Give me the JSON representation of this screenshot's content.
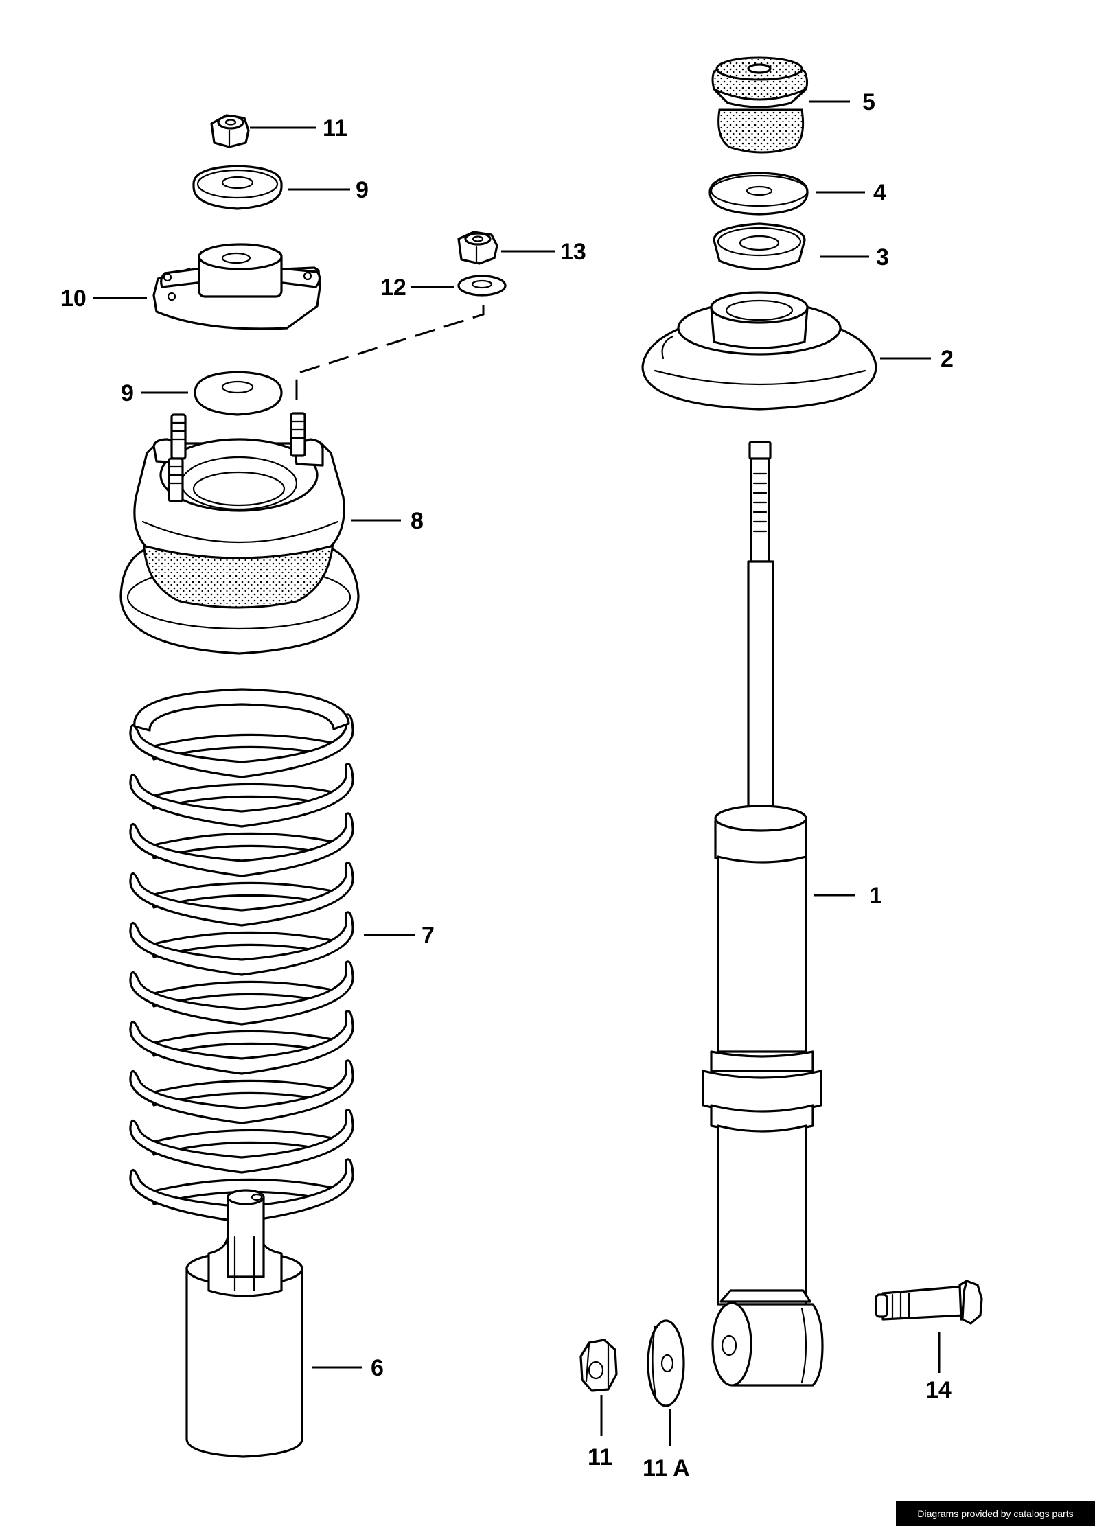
{
  "callouts": {
    "c1": "1",
    "c2": "2",
    "c3": "3",
    "c4": "4",
    "c5": "5",
    "c6": "6",
    "c7": "7",
    "c8": "8",
    "c9a": "9",
    "c9b": "9",
    "c10": "10",
    "c11a": "11",
    "c11b": "11",
    "c11A": "11 A",
    "c12": "12",
    "c13": "13",
    "c14": "14"
  },
  "credit": "Diagrams provided by catalogs parts"
}
